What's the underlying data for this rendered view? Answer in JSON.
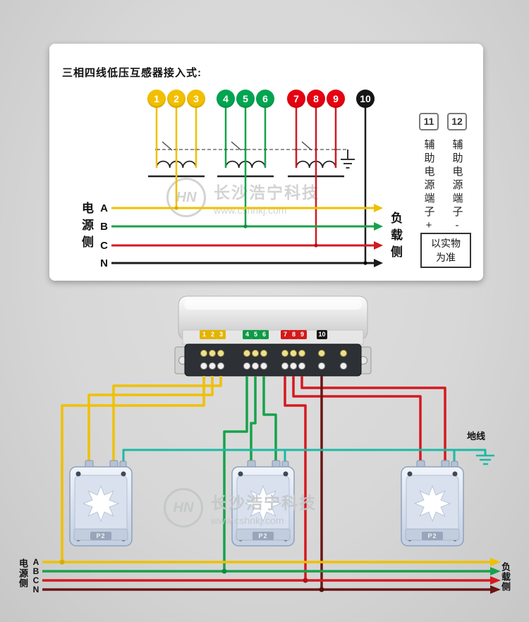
{
  "colors": {
    "phase_a_yellow": "#f0c000",
    "phase_b_green": "#17a24a",
    "phase_c_red": "#d41920",
    "neutral_black": "#1b1b1b",
    "neutral_bus_dark": "#6b1515",
    "ground_teal": "#1db9a4"
  },
  "schematic": {
    "title": "三相四线低压互感器接入式:",
    "terminals": [
      {
        "num": "1",
        "color": "yellow"
      },
      {
        "num": "2",
        "color": "yellow"
      },
      {
        "num": "3",
        "color": "yellow"
      },
      {
        "num": "4",
        "color": "green"
      },
      {
        "num": "5",
        "color": "green"
      },
      {
        "num": "6",
        "color": "green"
      },
      {
        "num": "7",
        "color": "red"
      },
      {
        "num": "8",
        "color": "red"
      },
      {
        "num": "9",
        "color": "red"
      },
      {
        "num": "10",
        "color": "black"
      }
    ],
    "aux": [
      {
        "num": "11",
        "label": "辅助电源端子+"
      },
      {
        "num": "12",
        "label": "辅助电源端子-"
      }
    ],
    "note": [
      "以实物",
      "为准"
    ],
    "source_label": "电源侧",
    "phases": [
      "A",
      "B",
      "C",
      "N"
    ],
    "load_label": "负载侧"
  },
  "wiring": {
    "terminals": [
      "1",
      "2",
      "3",
      "4",
      "5",
      "6",
      "7",
      "8",
      "9",
      "10"
    ],
    "ct_label": "P2",
    "ground_label": "地线",
    "source_label": "电源侧",
    "phases": [
      "A",
      "B",
      "C",
      "N"
    ],
    "load_label": "负载侧"
  },
  "watermark": {
    "logo": "HN",
    "company": "长沙浩宁科技",
    "url": "www.cshnkj.com"
  }
}
